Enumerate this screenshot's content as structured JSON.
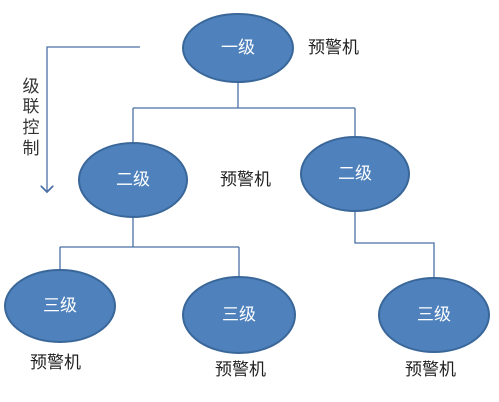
{
  "side_label": {
    "chars": [
      "级",
      "联",
      "控",
      "制"
    ]
  },
  "nodes": {
    "level1": {
      "label": "一级"
    },
    "level2_left": {
      "label": "二级"
    },
    "level2_right": {
      "label": "二级"
    },
    "level3_left": {
      "label": "三级"
    },
    "level3_mid": {
      "label": "三级"
    },
    "level3_right": {
      "label": "三级"
    }
  },
  "warning_labels": {
    "level1": "预警机",
    "level2_left": "预警机",
    "level3_left": "预警机",
    "level3_mid": "预警机",
    "level3_right": "预警机"
  },
  "colors": {
    "node_fill": "#4f81bd",
    "node_stroke": "#3a6799",
    "connector": "#4a6fa5"
  }
}
